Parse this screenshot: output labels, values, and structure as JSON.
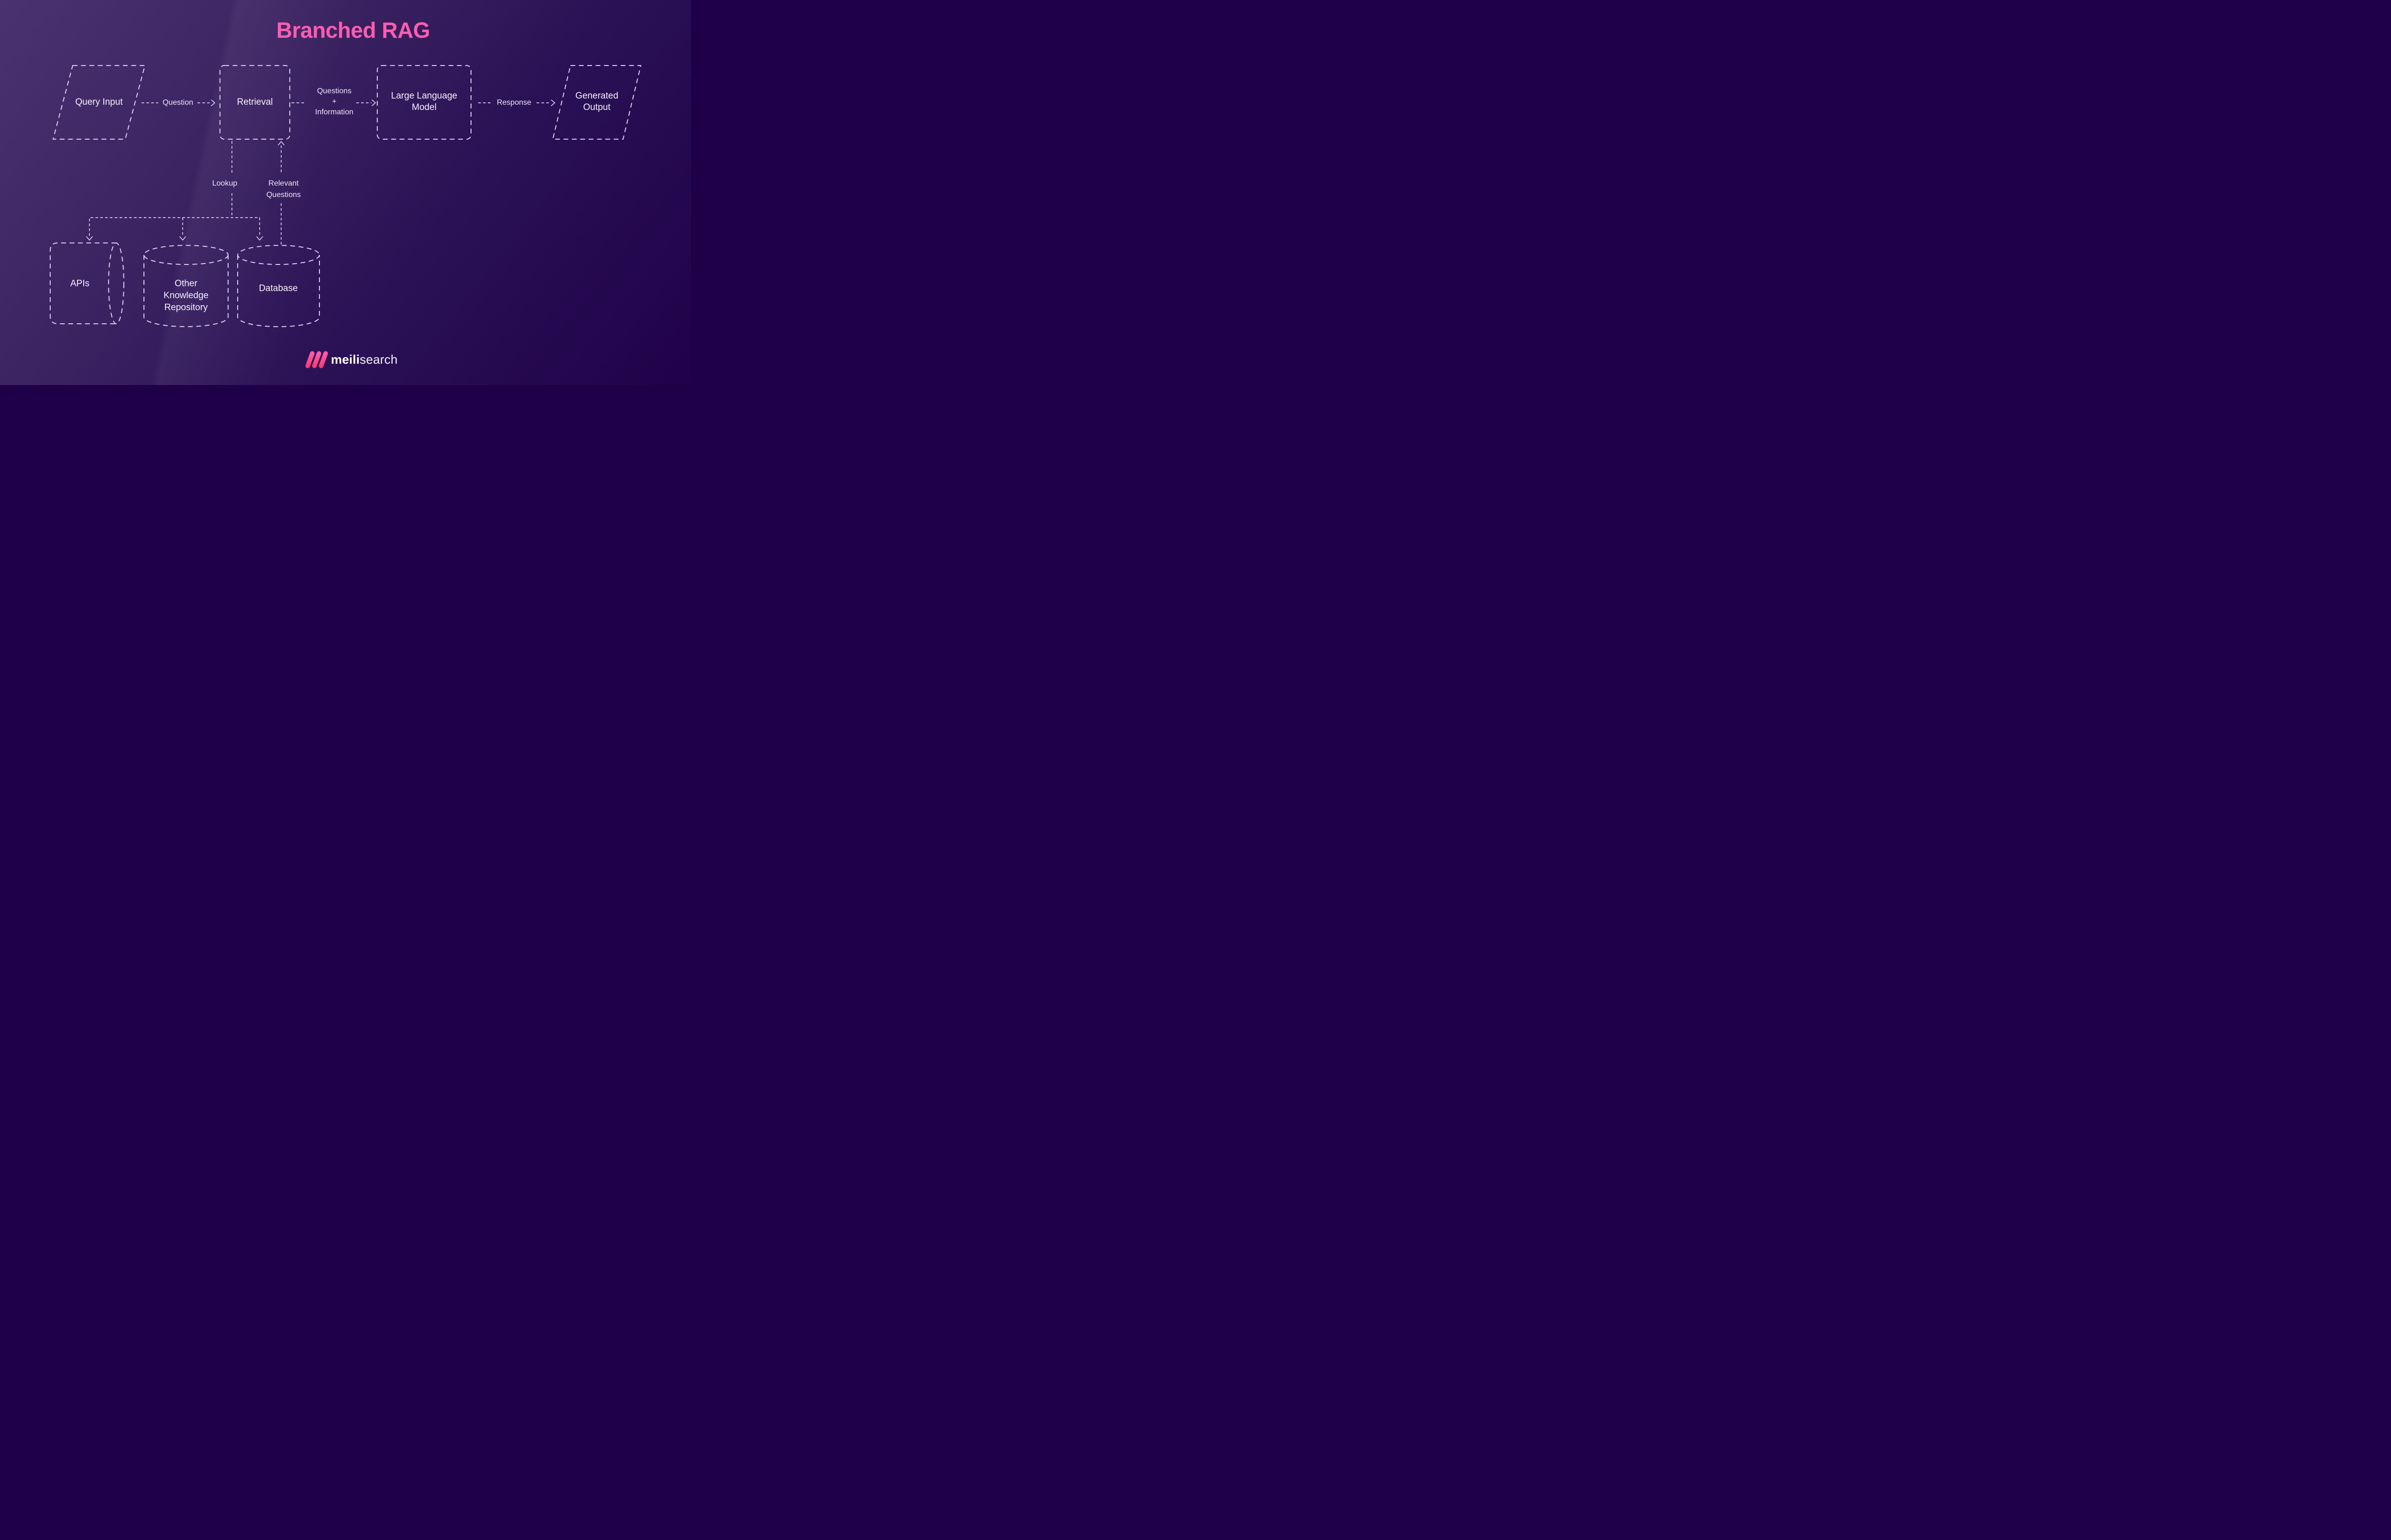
{
  "title": "Branched RAG",
  "diagram": {
    "nodes": {
      "query_input": {
        "label": "Query Input"
      },
      "retrieval": {
        "label": "Retrieval"
      },
      "llm": {
        "line1": "Large Language",
        "line2": "Model"
      },
      "generated_output": {
        "line1": "Generated",
        "line2": "Output"
      }
    },
    "edges": {
      "question": {
        "label": "Question"
      },
      "questions_information": {
        "line1": "Questions",
        "line2": "+",
        "line3": "Information"
      },
      "response": {
        "label": "Response"
      },
      "lookup": {
        "label": "Lookup"
      },
      "relevant_questions": {
        "line1": "Relevant",
        "line2": "Questions"
      }
    },
    "stores": {
      "apis": {
        "label": "APIs"
      },
      "other_knowledge_repository": {
        "line1": "Other",
        "line2": "Knowledge",
        "line3": "Repository"
      },
      "database": {
        "label": "Database"
      }
    }
  },
  "footer": {
    "logo_icon": "meilisearch-stripes-icon",
    "brand_bold": "meili",
    "brand_light": "search"
  },
  "colors": {
    "background_top": "#4a3270",
    "background_bottom": "#200149",
    "stroke": "#d8cdf0",
    "node_text": "#f6f2fc",
    "label_text": "#ece5f8",
    "title_pink": "#ff5cb0",
    "logo_pink_1": "#ff5caa",
    "logo_pink_2": "#fb3c72"
  }
}
